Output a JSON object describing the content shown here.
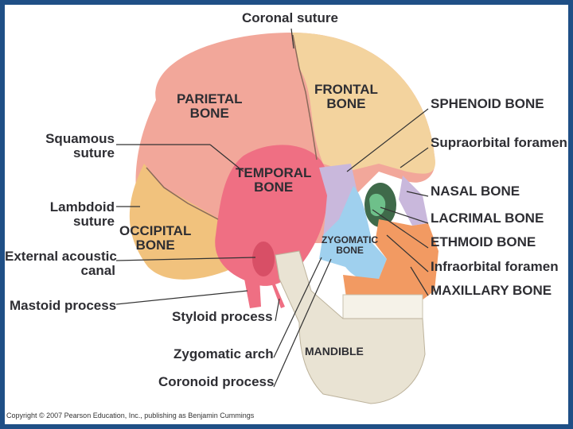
{
  "labels": {
    "coronal_suture": "Coronal suture",
    "parietal_bone": "PARIETAL\nBONE",
    "frontal_bone": "FRONTAL\nBONE",
    "sphenoid_bone": "SPHENOID BONE",
    "squamous_suture": "Squamous\nsuture",
    "supraorbital_foramen": "Supraorbital foramen",
    "temporal_bone": "TEMPORAL\nBONE",
    "nasal_bone": "NASAL BONE",
    "lambdoid_suture": "Lambdoid\nsuture",
    "lacrimal_bone": "LACRIMAL BONE",
    "occipital_bone": "OCCIPITAL\nBONE",
    "zygomatic_bone": "ZYGOMATIC\nBONE",
    "ethmoid_bone": "ETHMOID BONE",
    "external_acoustic_canal": "External acoustic\ncanal",
    "infraorbital_foramen": "Infraorbital foramen",
    "maxillary_bone": "MAXILLARY BONE",
    "mastoid_process": "Mastoid process",
    "styloid_process": "Styloid process",
    "zygomatic_arch": "Zygomatic arch",
    "mandible": "MANDIBLE",
    "coronoid_process": "Coronoid process"
  },
  "copyright": "Copyright © 2007 Pearson Education, Inc., publishing as Benjamin Cummings",
  "colors": {
    "frame": "#1f4f86",
    "parietal": "#f2a79a",
    "frontal": "#f3d39e",
    "temporal": "#ef6f83",
    "occipital": "#f1c27d",
    "sphenoid": "#c9b8dc",
    "zygomatic": "#9fd0ee",
    "maxillary": "#f29a62",
    "mandible": "#e9e3d3",
    "ethmoid": "#6ec08a"
  }
}
